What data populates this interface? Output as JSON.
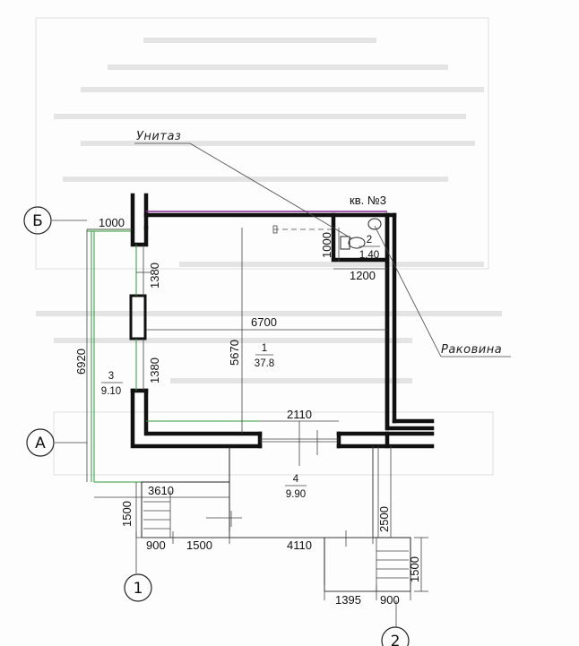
{
  "apartment_label": "кв. №3",
  "callouts": {
    "toilet": "Унитаз",
    "sink": "Раковина"
  },
  "axes": {
    "b": "Б",
    "a": "А",
    "one": "1",
    "two": "2"
  },
  "rooms": [
    {
      "number": "1",
      "area": "37.8"
    },
    {
      "number": "2",
      "area": "1.40"
    },
    {
      "number": "3",
      "area": "9.10"
    },
    {
      "number": "4",
      "area": "9.90"
    }
  ],
  "dimensions": {
    "d1000_top": "1000",
    "d6920": "6920",
    "d1380_upper": "1380",
    "d1380_lower": "1380",
    "d6700": "6700",
    "d5670": "5670",
    "d1000_wc": "1000",
    "d1200": "1200",
    "d2110": "2110",
    "d3610": "3610",
    "d1500_left": "1500",
    "d900_left": "900",
    "d1500_bottom": "1500",
    "d4110": "4110",
    "d2500": "2500",
    "d1500_right": "1500",
    "d1395": "1395",
    "d900_right": "900"
  }
}
